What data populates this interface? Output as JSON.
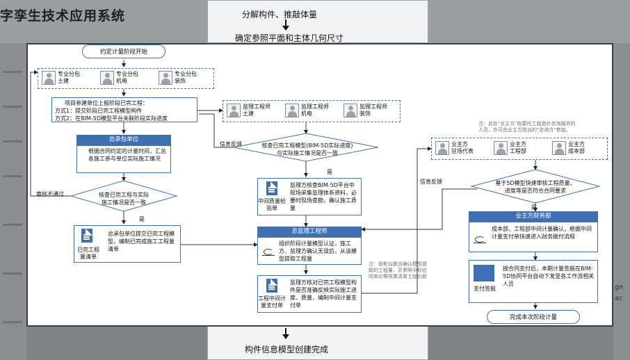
{
  "app": {
    "title": "字孪生技术应用系统"
  },
  "background": {
    "top_step_1": "分解构件、推敲体量",
    "top_step_2": "确定参照平面和主体几何尺寸",
    "bottom_step": "构件信息模型创建完成",
    "right_text": [
      "gn",
      "ac"
    ]
  },
  "flow": {
    "start": "约定计量阶段开始",
    "end": "完成本次阶段计量",
    "subcontractors": [
      {
        "line1": "专业分包",
        "line2": "土建"
      },
      {
        "line1": "专业分包",
        "line2": "机电"
      },
      {
        "line1": "专业分包",
        "line2": "装饰"
      }
    ],
    "report_box": {
      "line1": "项目参建单位上报阶段已完工程：",
      "line2": "方式1：提交阶段已完工程模型构件",
      "line3": "方式2：在BIM-5D模型平台关联阶段实际进度"
    },
    "supervisors": [
      {
        "line1": "监理工程师",
        "line2": "土建"
      },
      {
        "line1": "监理工程师",
        "line2": "机电"
      },
      {
        "line1": "监理工程师",
        "line2": "装饰"
      }
    ],
    "decision_1": {
      "line1": "核查已完工程模型(BIM-5D实际进度)",
      "line2": "与实际施工情况是否一致"
    },
    "decision_1_yes": "是",
    "info_feedback_1": "信息反馈",
    "contractor": {
      "header": "总承包单位",
      "text": "根据合同约定的计量时间，汇总各施工参与单位实际施工情况"
    },
    "decision_2": {
      "line1": "核查已完工程与实际",
      "line2": "施工情况是否一致"
    },
    "decision_2_no": "审核不通过",
    "decision_2_yes": "是",
    "contractor_submit": {
      "text": "总承包单位提交已完工程模型，编制已完成施工工程量清单",
      "doc_caption_1": "已完工程",
      "doc_caption_2": "量清单"
    },
    "supervisor_check": {
      "text": "监理方核查BIM-5D平台中现场采集监理体系资料，必要时现场查勘，确认施工质量",
      "doc_caption_1": "中间质量检",
      "doc_caption_2": "验单"
    },
    "chief_supervisor": {
      "header": "总监理工程师",
      "text": "组织阶段计量模型认证，施工方、监理方确认无误后，从该模型提取工程量"
    },
    "supervisor_verify": {
      "text": "监理方核对已完工程模型构件是否准确反映实际施工进度、质量，编制中间计量支付单",
      "doc_caption_1": "工程中间计",
      "doc_caption_2": "量支付单"
    },
    "note_top": {
      "line1": "注：此处\"业主方\"指委托工程造价咨询服务的",
      "line2": "人员，亦可由业主方指派的\"咨询方\"参加。"
    },
    "owners": [
      {
        "line1": "业主方",
        "line2": "驻场代表"
      },
      {
        "line1": "业主方",
        "line2": "工程部"
      },
      {
        "line1": "业主方",
        "line2": "成本部"
      }
    ],
    "decision_3": {
      "line1": "基于5D模型快速审核工程质量、",
      "line2": "进度等是否符合合同要求"
    },
    "decision_3_yes": "是",
    "info_feedback_2": "信息反馈",
    "finance": {
      "header": "业主方财务部",
      "text": "成本部、工程部中间计量确认，根据中间计量支付单快速进入财务拨付流程"
    },
    "note_bottom": {
      "line1": "注：投影仪联合确认模型提",
      "line2": "取的工程量，并参照中标合",
      "line3": "同单价等核算清单工程价款"
    },
    "payment": {
      "text": "按合同支付后，本期计量签报在BIM-5D协同平台自动下发至各工作流相关人员",
      "doc_caption": "支付签报"
    }
  }
}
